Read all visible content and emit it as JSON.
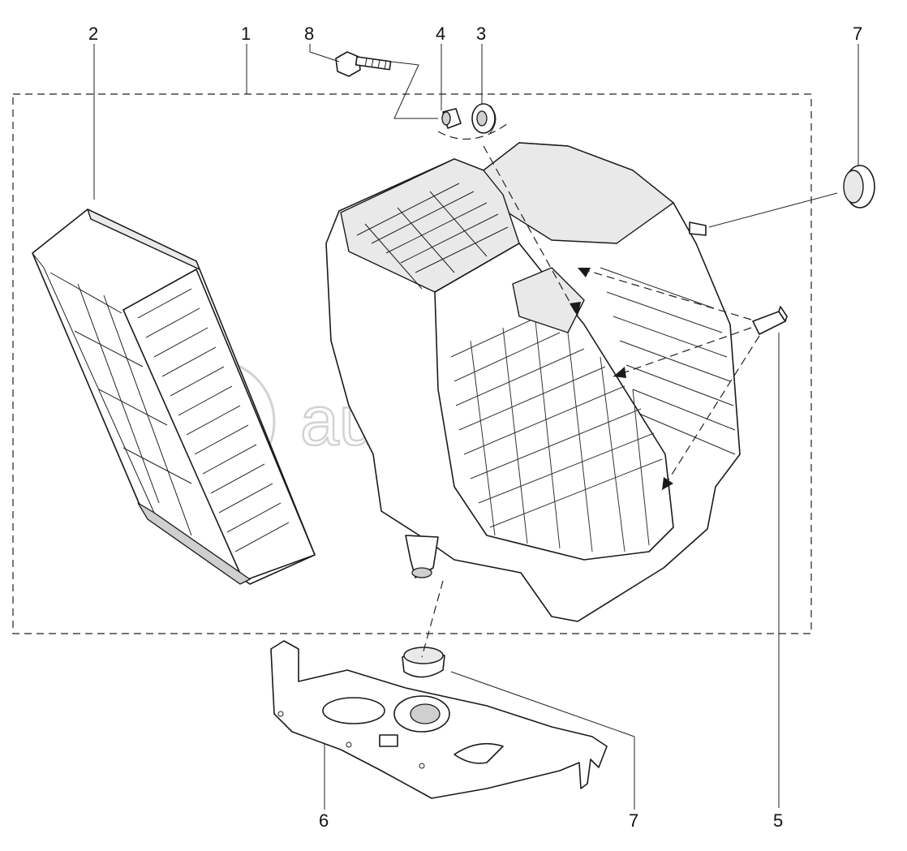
{
  "callouts": [
    {
      "id": "c1",
      "label": "1"
    },
    {
      "id": "c2",
      "label": "2"
    },
    {
      "id": "c3",
      "label": "3"
    },
    {
      "id": "c4",
      "label": "4"
    },
    {
      "id": "c5",
      "label": "5"
    },
    {
      "id": "c6",
      "label": "6"
    },
    {
      "id": "c7a",
      "label": "7"
    },
    {
      "id": "c7b",
      "label": "7"
    },
    {
      "id": "c8",
      "label": "8"
    }
  ],
  "watermark": {
    "logo_text": "a",
    "text": "autotrader.ru"
  },
  "colors": {
    "line": "#1a1a1a",
    "watermark": "#d2d2d2",
    "background": "#ffffff"
  }
}
